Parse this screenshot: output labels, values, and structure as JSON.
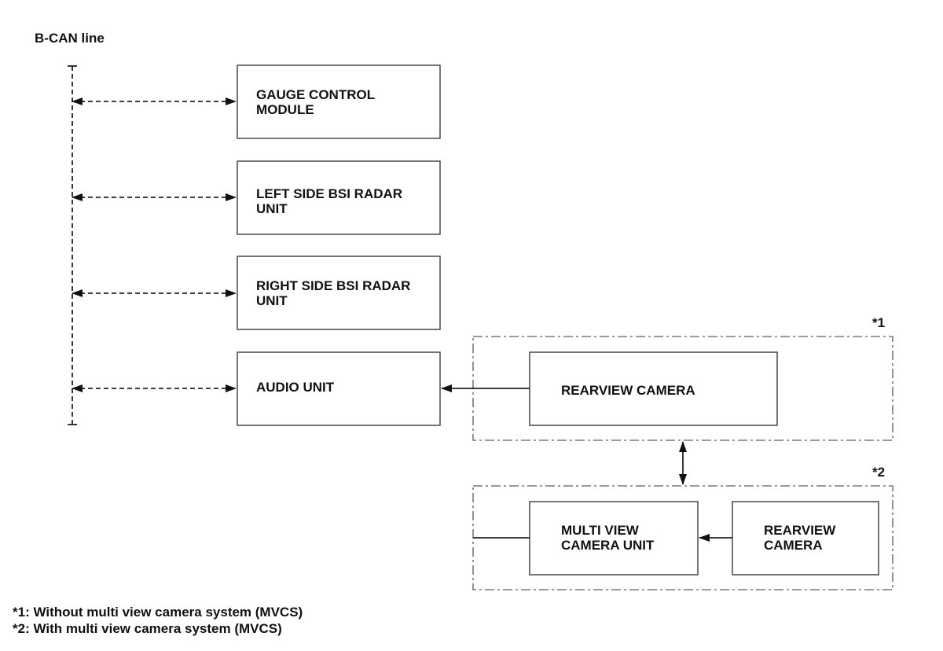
{
  "bus": {
    "label": "B-CAN line"
  },
  "boxes": {
    "gauge": {
      "lines": [
        "GAUGE CONTROL",
        "MODULE"
      ]
    },
    "left_bsi": {
      "lines": [
        "LEFT SIDE BSI RADAR",
        "UNIT"
      ]
    },
    "right_bsi": {
      "lines": [
        "RIGHT SIDE BSI RADAR",
        "UNIT"
      ]
    },
    "audio": {
      "lines": [
        "AUDIO UNIT"
      ]
    },
    "rearview_1": {
      "lines": [
        "REARVIEW CAMERA"
      ]
    },
    "mvc_unit": {
      "lines": [
        "MULTI VIEW",
        "CAMERA UNIT"
      ]
    },
    "rearview_2": {
      "lines": [
        "REARVIEW",
        "CAMERA"
      ]
    }
  },
  "groups": {
    "g1": {
      "marker": "*1"
    },
    "g2": {
      "marker": "*2"
    }
  },
  "footnotes": [
    "*1: Without multi view camera system (MVCS)",
    "*2: With multi view camera system (MVCS)"
  ]
}
